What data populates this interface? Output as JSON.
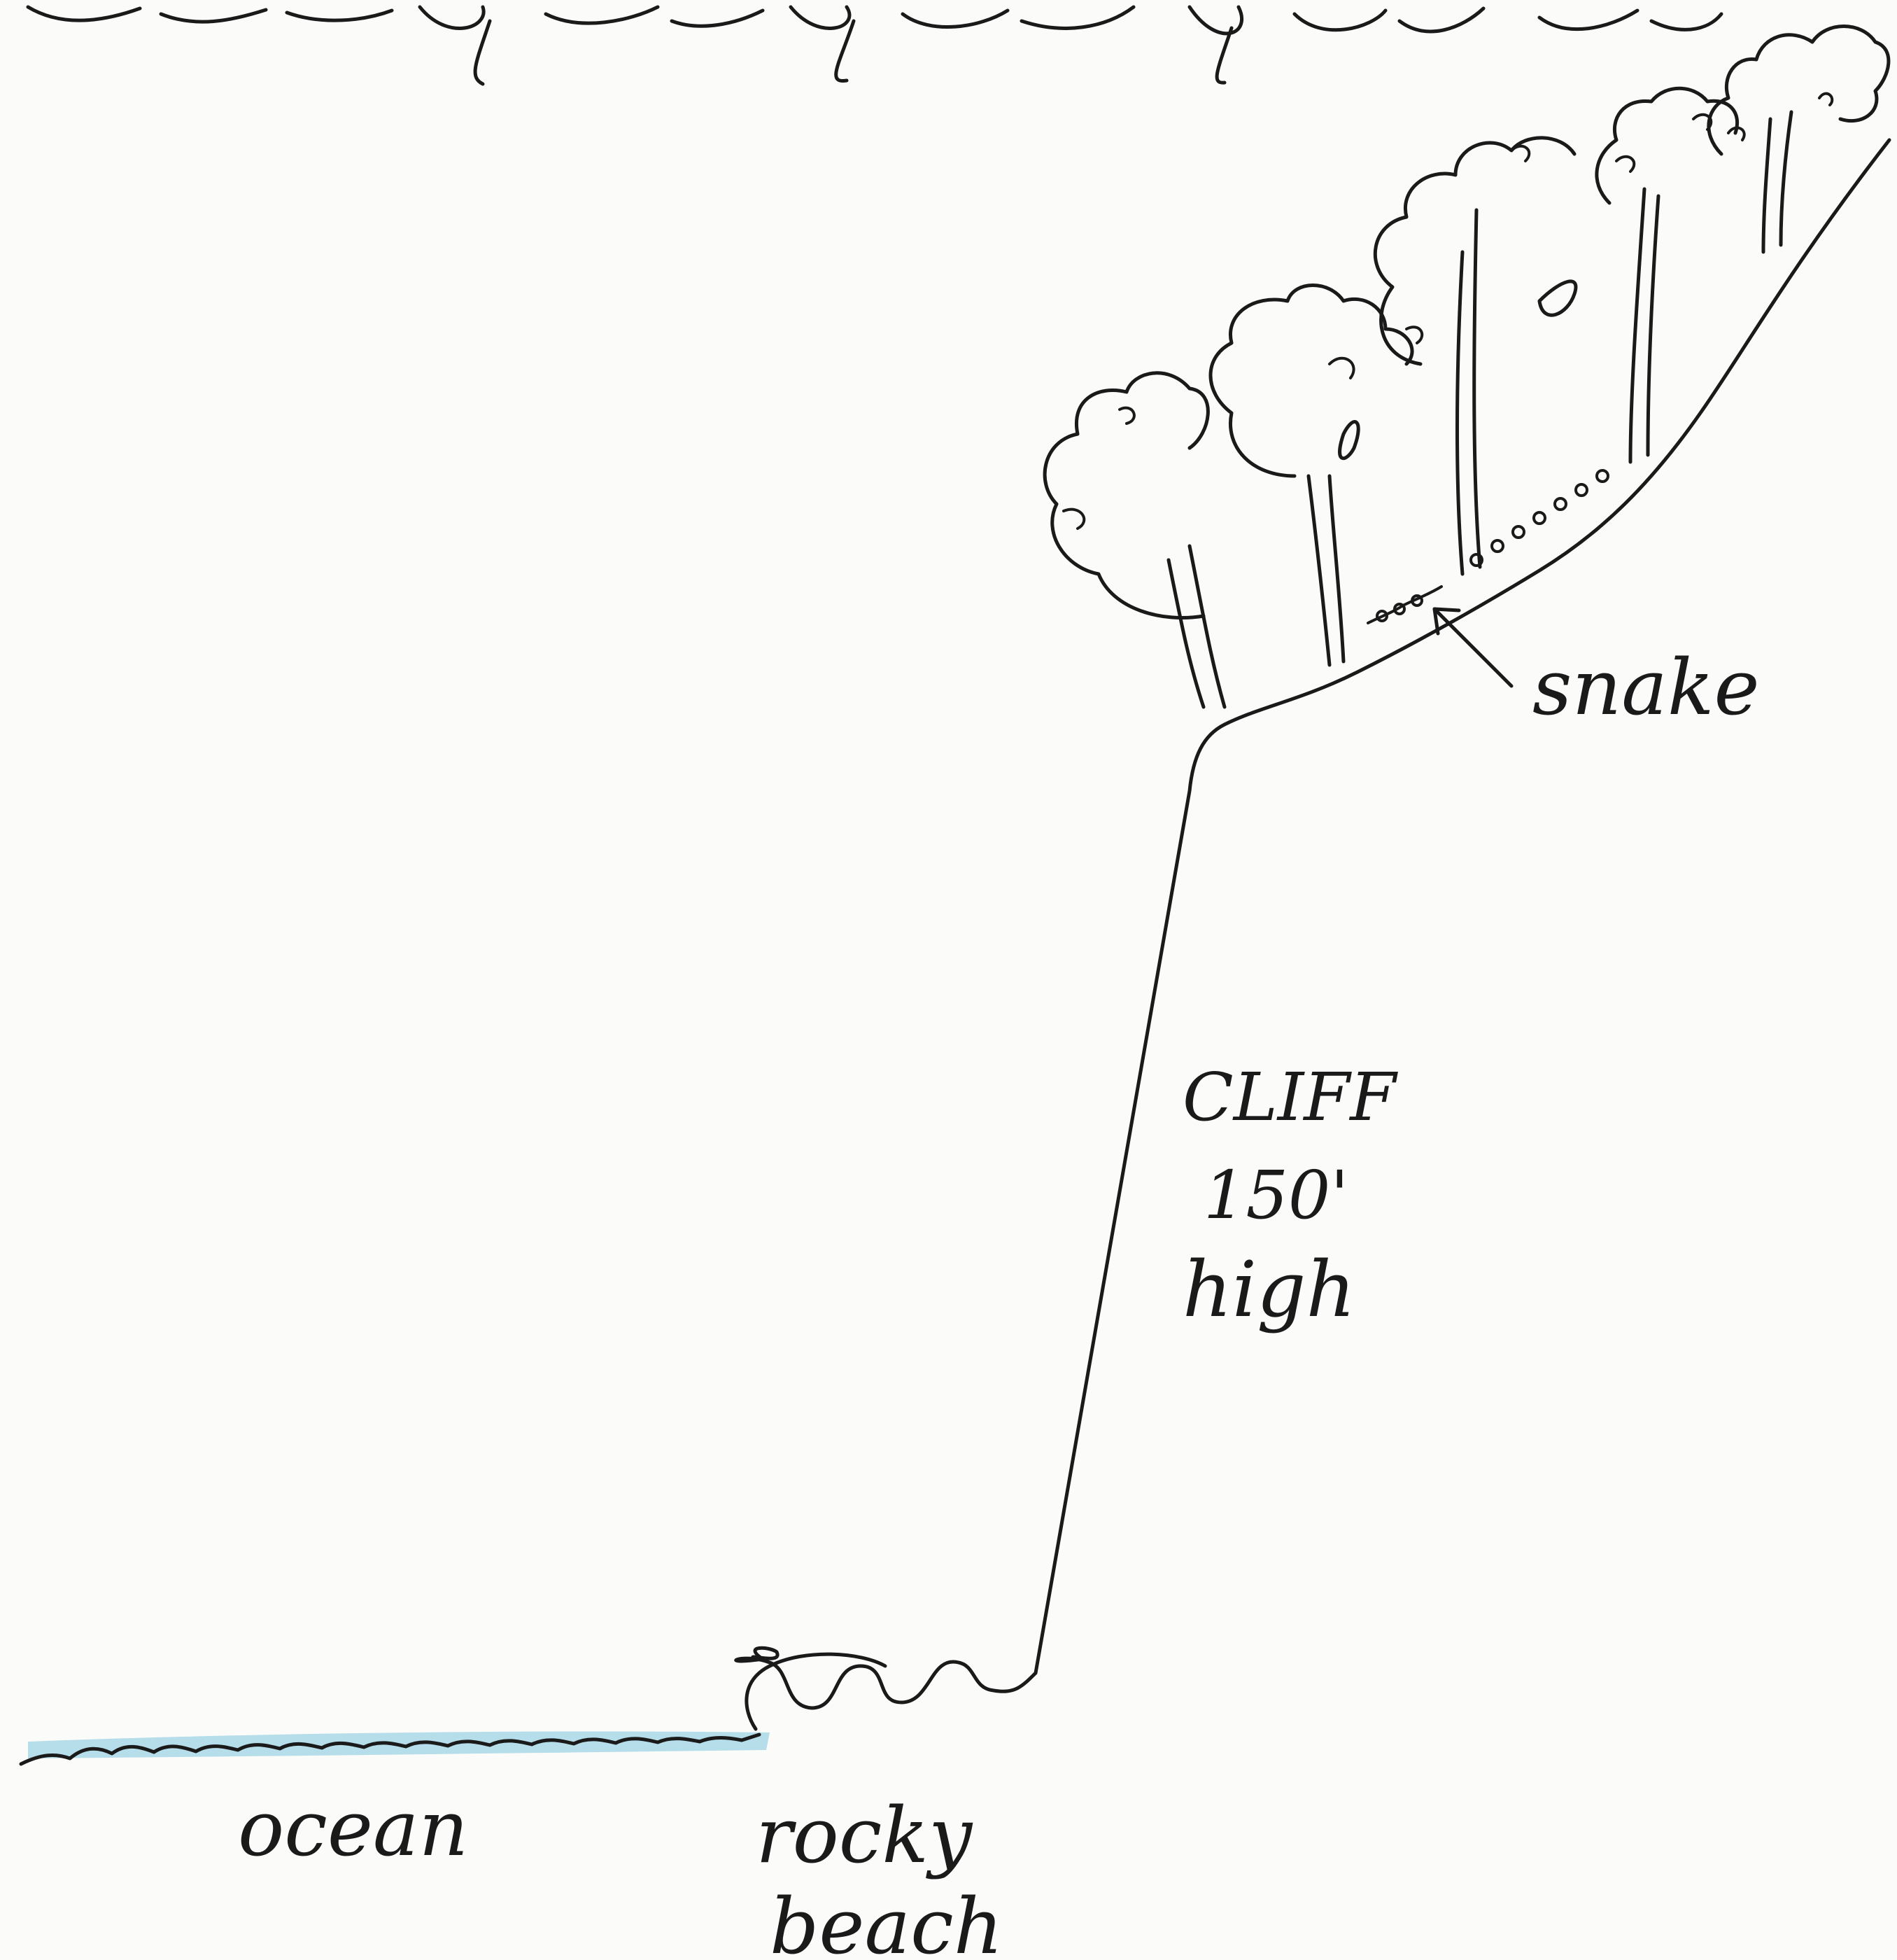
{
  "labels": {
    "snake": "snake",
    "cliff_line1": "CLIFF",
    "cliff_line2": "150'",
    "cliff_line3": "high",
    "ocean": "ocean",
    "rocky_line1": "rocky",
    "rocky_line2": "beach"
  },
  "colors": {
    "ink": "#1a1a1a",
    "water": "#7cc4df",
    "paper": "#fbfbf9"
  }
}
